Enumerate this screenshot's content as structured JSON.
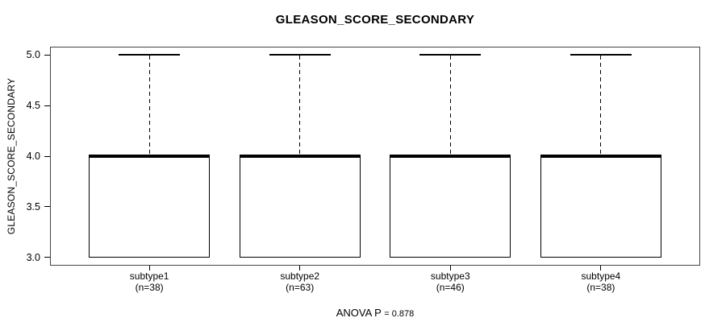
{
  "figure": {
    "footer_label": "ANOVA P",
    "footer_value": "= 0.878"
  },
  "chart_data": {
    "type": "boxplot",
    "title": "GLEASON_SCORE_SECONDARY",
    "ylabel": "GLEASON_SCORE_SECONDARY",
    "xlabel": "",
    "ylim": [
      3.0,
      5.0
    ],
    "yticks": [
      3.0,
      3.5,
      4.0,
      4.5,
      5.0
    ],
    "grid": false,
    "annotation": "ANOVA P = 0.878",
    "line_color": "#000000",
    "box_fill": "#ffffff",
    "groups": [
      {
        "label": "subtype1",
        "n": 38,
        "n_label": "(n=38)",
        "whisker_low": 3.0,
        "q1": 3.0,
        "median": 4.0,
        "q3": 4.0,
        "whisker_high": 5.0
      },
      {
        "label": "subtype2",
        "n": 63,
        "n_label": "(n=63)",
        "whisker_low": 3.0,
        "q1": 3.0,
        "median": 4.0,
        "q3": 4.0,
        "whisker_high": 5.0
      },
      {
        "label": "subtype3",
        "n": 46,
        "n_label": "(n=46)",
        "whisker_low": 3.0,
        "q1": 3.0,
        "median": 4.0,
        "q3": 4.0,
        "whisker_high": 5.0
      },
      {
        "label": "subtype4",
        "n": 38,
        "n_label": "(n=38)",
        "whisker_low": 3.0,
        "q1": 3.0,
        "median": 4.0,
        "q3": 4.0,
        "whisker_high": 5.0
      }
    ]
  }
}
